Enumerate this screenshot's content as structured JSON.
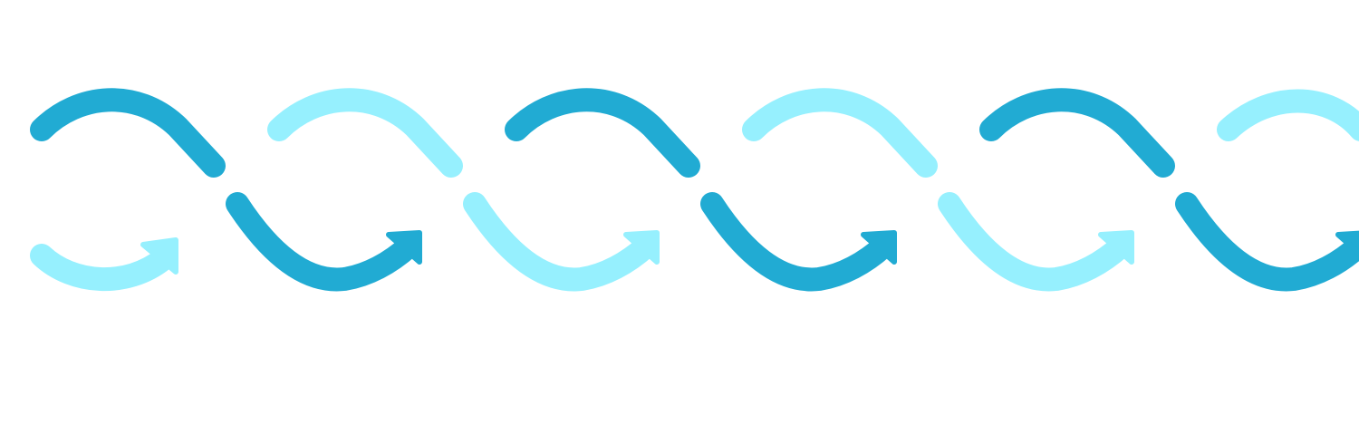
{
  "diagram": {
    "kind": "interwoven-arrow-strands",
    "colors": {
      "dark_strand": "#21ABD3",
      "light_strand": "#96F0FE",
      "background": "#FFFFFF"
    },
    "segment_count": 6,
    "pattern": [
      "dark",
      "light",
      "dark",
      "light",
      "dark",
      "light"
    ],
    "arrow_icon": "arrowhead-icon"
  }
}
